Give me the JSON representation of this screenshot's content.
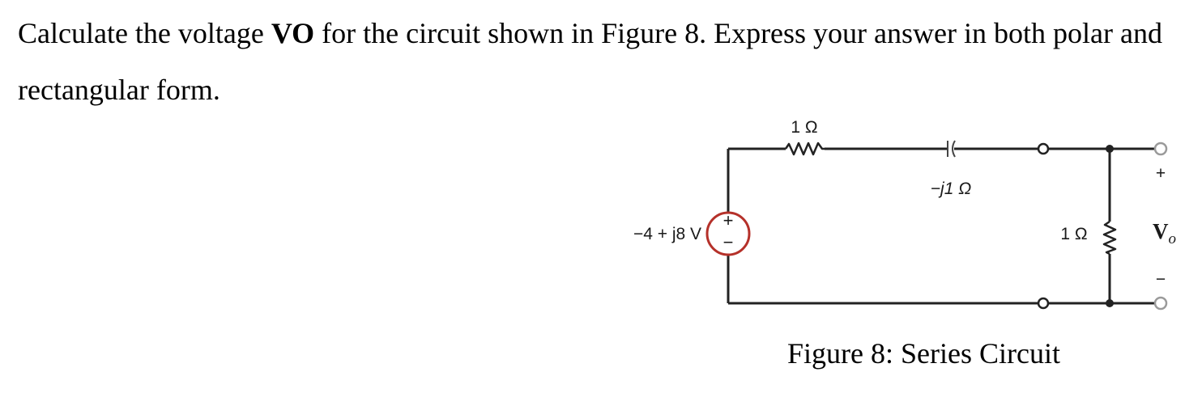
{
  "problem": {
    "text_1": "Calculate the voltage ",
    "vo_main": "V",
    "vo_sub": "O",
    "text_2": " for the circuit shown in Figure 8.  Express your answer in both polar and rectangular form."
  },
  "circuit": {
    "source_label": "−4 + j8 V",
    "source_plus": "+",
    "source_minus": "−",
    "resistor1_label": "1 Ω",
    "capacitor_label": "−j1 Ω",
    "resistor2_label": "1 Ω",
    "output_plus": "+",
    "output_minus": "−",
    "output_label_main": "V",
    "output_label_sub": "o"
  },
  "caption": "Figure 8: Series Circuit",
  "colors": {
    "wire": "#222222",
    "source": "#b5312a",
    "terminal": "#9a9a9a"
  }
}
